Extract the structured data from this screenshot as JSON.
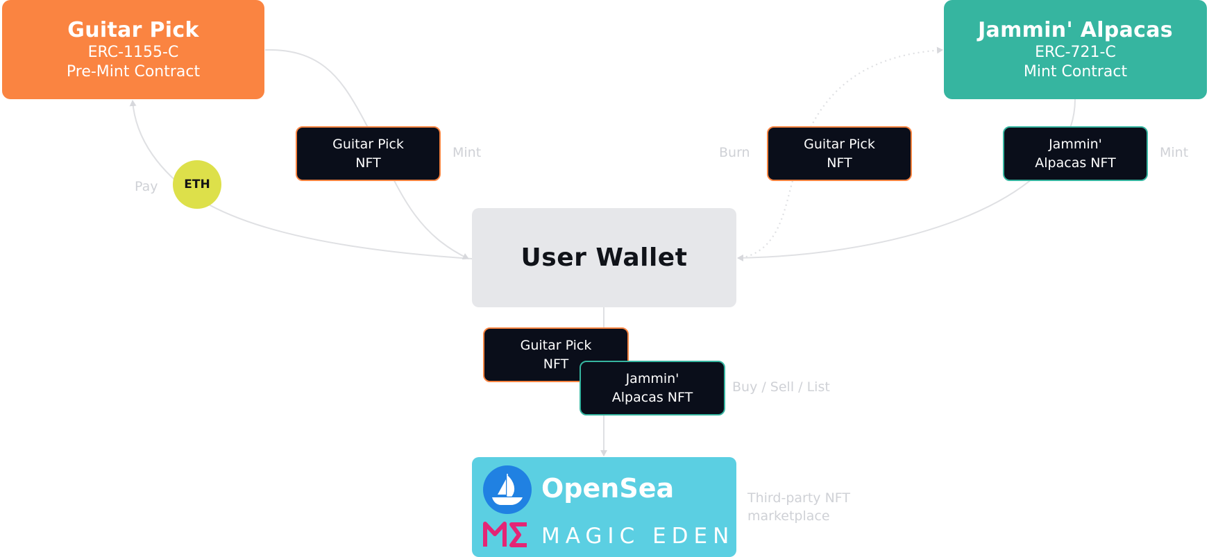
{
  "colors": {
    "guitar_orange": "#fa8441",
    "alpacas_teal": "#36b5a0",
    "nft_dark": "#0a0e1a",
    "wallet_gray": "#e6e7ea",
    "eth_yellow": "#dde04a",
    "market_cyan": "#5bcfe2",
    "edge_gray": "#dfe0e3",
    "label_gray": "#cfd1d6",
    "magic_eden_pink": "#e42575"
  },
  "contracts": {
    "guitar_pick": {
      "title": "Guitar Pick",
      "standard": "ERC-1155-C",
      "kind": "Pre-Mint Contract"
    },
    "jammin_alpacas": {
      "title": "Jammin' Alpacas",
      "standard": "ERC-721-C",
      "kind": "Mint Contract"
    }
  },
  "tokens": {
    "guitar_pick_mint": "Guitar Pick\nNFT",
    "guitar_pick_burn": "Guitar Pick\nNFT",
    "alpacas_mint": "Jammin'\nAlpacas NFT",
    "guitar_pick_trade": "Guitar Pick\nNFT",
    "alpacas_trade": "Jammin'\nAlpacas NFT"
  },
  "eth_badge": "ETH",
  "wallet_title": "User Wallet",
  "labels": {
    "pay": "Pay",
    "mint_left": "Mint",
    "burn": "Burn",
    "mint_right": "Mint",
    "trade": "Buy / Sell / List",
    "marketplace": "Third-party NFT\nmarketplace"
  },
  "marketplace": {
    "opensea": "OpenSea",
    "magic_eden": "MAGIC EDEN",
    "opensea_icon": "opensea-ship-icon",
    "magic_eden_icon": "magic-eden-me-icon"
  }
}
